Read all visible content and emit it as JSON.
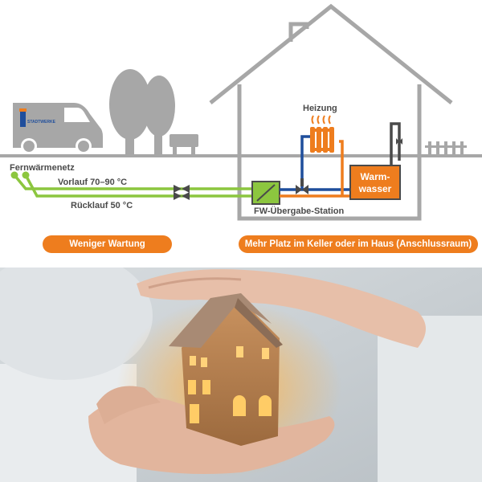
{
  "diagram": {
    "labels": {
      "network": "Fernwärmenetz",
      "supply": "Vorlauf 70–90 °C",
      "return": "Rücklauf 50 °C",
      "heating": "Heizung",
      "hot_water_line1": "Warm-",
      "hot_water_line2": "wasser",
      "station": "FW-Übergabe-Station",
      "van_logo": "STADTWERKE"
    },
    "benefits": {
      "left": "Weniger Wartung",
      "right": "Mehr Platz im Keller oder im Haus (Anschlussraum)"
    },
    "colors": {
      "orange": "#ee7d1e",
      "green": "#8cc63f",
      "blue": "#1f4e9c",
      "gray": "#a7a7a7",
      "dark": "#4a4a4a"
    }
  },
  "photo": {
    "icons": [
      "hands-icon",
      "wooden-house-icon"
    ]
  }
}
